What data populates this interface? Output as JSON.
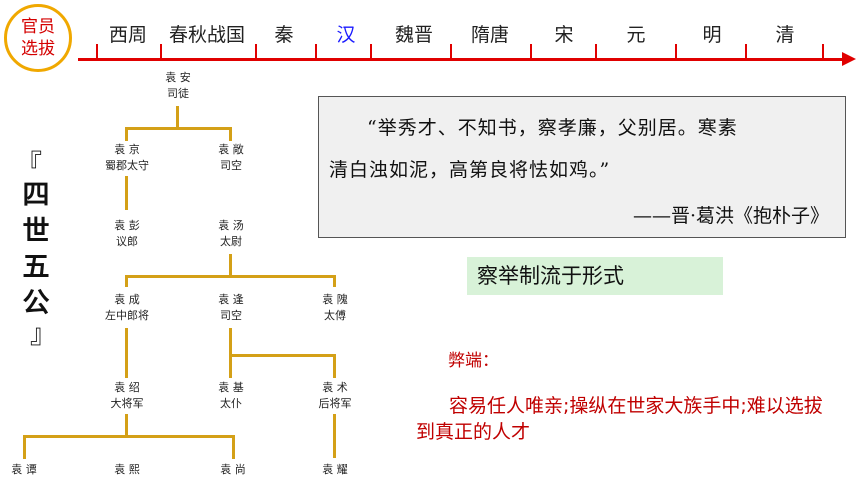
{
  "badge": {
    "line1": "官员",
    "line2": "选拔"
  },
  "timeline": {
    "dynasties": [
      "西周",
      "春秋战国",
      "秦",
      "汉",
      "魏晋",
      "隋唐",
      "宋",
      "元",
      "明",
      "清"
    ],
    "highlighted": "汉",
    "colors": {
      "line": "#e00000",
      "highlight": "#1a1aff"
    }
  },
  "vertical_title": {
    "open": "『",
    "chars": [
      "四",
      "世",
      "五",
      "公"
    ],
    "close": "』"
  },
  "family_tree": {
    "root": {
      "name": "袁 安",
      "title": "司徒"
    },
    "gen2": [
      {
        "name": "袁 京",
        "title": "蜀郡太守"
      },
      {
        "name": "袁 敞",
        "title": "司空"
      }
    ],
    "gen3": [
      {
        "name": "袁 彭",
        "title": "议郎"
      },
      {
        "name": "袁 汤",
        "title": "太尉"
      }
    ],
    "gen4": [
      {
        "name": "袁 成",
        "title": "左中郎将"
      },
      {
        "name": "袁 逢",
        "title": "司空"
      },
      {
        "name": "袁 隗",
        "title": "太傅"
      }
    ],
    "gen5": [
      {
        "name": "袁 绍",
        "title": "大将军"
      },
      {
        "name": "袁 基",
        "title": "太仆"
      },
      {
        "name": "袁 术",
        "title": "后将军"
      }
    ],
    "gen6": [
      {
        "name": "袁 谭"
      },
      {
        "name": "袁 熙"
      },
      {
        "name": "袁 尚"
      },
      {
        "name": "袁 耀"
      }
    ]
  },
  "quote": {
    "line1": "“举秀才、不知书，察孝廉，父别居。寒素",
    "line2": "清白浊如泥，高第良将怯如鸡。”",
    "source": "——晋·葛洪《抱朴子》"
  },
  "conclusion": "察举制流于形式",
  "drawbacks": {
    "label": "弊端：",
    "text": "容易任人唯亲;操纵在世家大族手中;难以选拔到真正的人才"
  }
}
